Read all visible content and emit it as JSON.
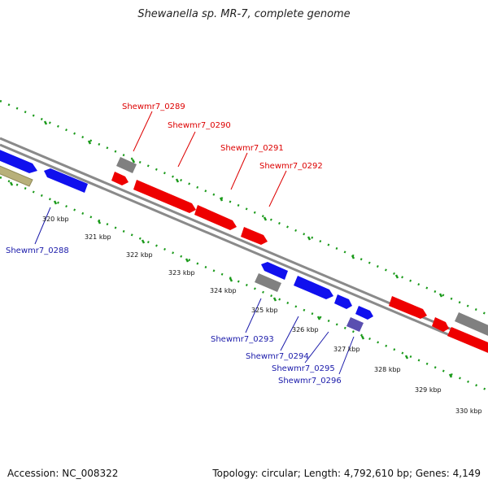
{
  "title": "Shewanella sp. MR-7, complete genome",
  "footer": {
    "accession": "Accession: NC_008322",
    "summary": "Topology: circular; Length: 4,792,610 bp; Genes: 4,149"
  },
  "colors": {
    "forward_gene": "#ee0000",
    "reverse_gene": "#1010ee",
    "other_gene": "#808080",
    "rna_gene": "#5a4fb0",
    "olive_gene": "#b8b07a",
    "tick": "#1a9a1a",
    "backbone": "#8a8a8a",
    "forward_label": "#dd0000",
    "reverse_label": "#1a1aaa"
  },
  "kbp_ticks": [
    "320 kbp",
    "321 kbp",
    "322 kbp",
    "323 kbp",
    "324 kbp",
    "325 kbp",
    "326 kbp",
    "327 kbp",
    "328 kbp",
    "329 kbp",
    "330 kbp"
  ],
  "gene_labels": {
    "top": [
      "Shewmr7_0289",
      "Shewmr7_0290",
      "Shewmr7_0291",
      "Shewmr7_0292"
    ],
    "bottom": [
      "Shewmr7_0288",
      "Shewmr7_0293",
      "Shewmr7_0294",
      "Shewmr7_0295",
      "Shewmr7_0296"
    ]
  }
}
